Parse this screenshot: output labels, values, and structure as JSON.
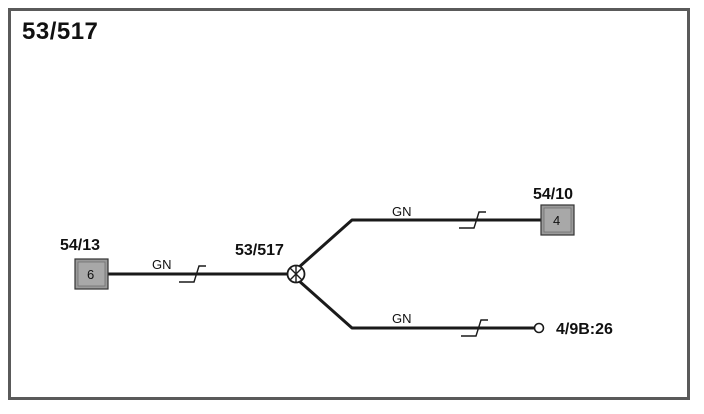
{
  "diagram": {
    "title": "53/517",
    "colors": {
      "wire": "#1a1a1a",
      "connector_fill": "#9a9a9a",
      "frame": "#5a5a5a"
    },
    "splice": {
      "label": "53/517"
    },
    "connectors": [
      {
        "id": "54/13",
        "pin": "6"
      },
      {
        "id": "54/10",
        "pin": "4"
      }
    ],
    "terminal": {
      "label": "4/9B:26"
    },
    "wires": [
      {
        "color_code": "GN"
      },
      {
        "color_code": "GN"
      },
      {
        "color_code": "GN"
      }
    ]
  }
}
